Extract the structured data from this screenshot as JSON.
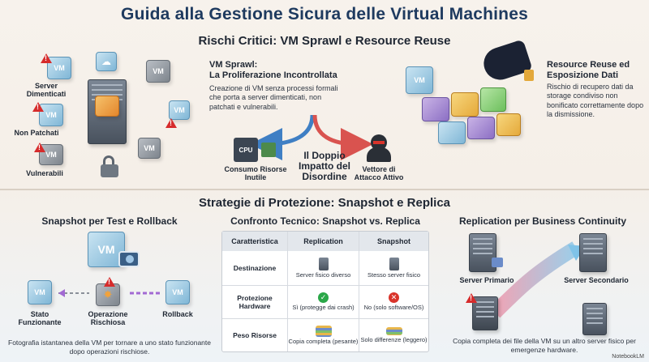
{
  "title": "Guida alla Gestione Sicura delle Virtual Machines",
  "section1": {
    "title": "Rischi Critici: VM Sprawl e Resource Reuse",
    "sprawl_labels": {
      "forgotten": "Server Dimenticati",
      "unpatched": "Non Patchati",
      "vulnerable": "Vulnerabili"
    },
    "sprawl_heading": "VM Sprawl:\nLa Proliferazione Incontrollata",
    "sprawl_text": "Creazione di VM senza processi formali che porta a server dimenticati, non patchati e vulnerabili.",
    "impact_title": "Il Doppio Impatto del Disordine",
    "resource_label": "Consumo Risorse Inutile",
    "attack_label": "Vettore di Attacco Attivo",
    "cpu_chip": "CPU",
    "reuse_heading": "Resource Reuse ed Esposizione Dati",
    "reuse_text": "Rischio di recupero dati da storage condiviso non bonificato correttamente dopo la dismissione."
  },
  "section2": {
    "title": "Strategie di Protezione: Snapshot e Replica",
    "snapshot": {
      "title": "Snapshot per Test e Rollback",
      "state_label": "Stato Funzionante",
      "risky_label": "Operazione Rischiosa",
      "rollback_label": "Rollback",
      "caption": "Fotografia istantanea della VM per tornare a uno stato funzionante dopo operazioni rischiose."
    },
    "compare": {
      "title": "Confronto Tecnico: Snapshot vs. Replica",
      "headers": [
        "Caratteristica",
        "Replication",
        "Snapshot"
      ],
      "rows": [
        {
          "feature": "Destinazione",
          "replication": "Server fisico diverso",
          "snapshot": "Stesso server fisico"
        },
        {
          "feature": "Protezione Hardware",
          "replication": "Sì (protegge dai crash)",
          "snapshot": "No (solo software/OS)"
        },
        {
          "feature": "Peso Risorse",
          "replication": "Copia completa (pesante)",
          "snapshot": "Solo differenze (leggero)"
        }
      ]
    },
    "replication": {
      "title": "Replication per Business Continuity",
      "primary_label": "Server Primario",
      "secondary_label": "Server Secondario",
      "caption": "Copia completa dei file della VM su un altro server fisico per emergenze hardware."
    }
  },
  "cube_label": "VM",
  "watermark": "NotebookLM",
  "colors": {
    "title": "#1e3a5f",
    "accent_blue": "#7fb6d6",
    "warning": "#d62b2b",
    "ok": "#2aa748",
    "arrow_blue": "#3f7fc4",
    "arrow_red": "#d9534f"
  }
}
